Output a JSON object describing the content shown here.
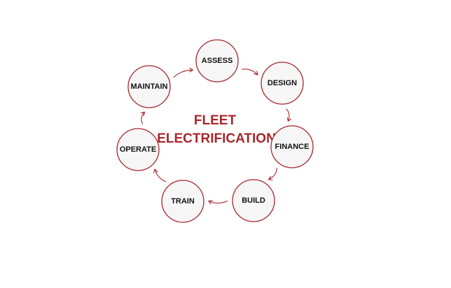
{
  "diagram": {
    "title_lines": [
      "FLEET",
      "ELECTRIFICATION"
    ],
    "stages": [
      {
        "label": "ASSESS"
      },
      {
        "label": "DESIGN"
      },
      {
        "label": "FINANCE"
      },
      {
        "label": "BUILD"
      },
      {
        "label": "TRAIN"
      },
      {
        "label": "OPERATE"
      },
      {
        "label": "MAINTAIN"
      }
    ],
    "colors": {
      "accent": "#a8262b",
      "node_fill": "#f6f6f6",
      "label": "#111111"
    }
  }
}
